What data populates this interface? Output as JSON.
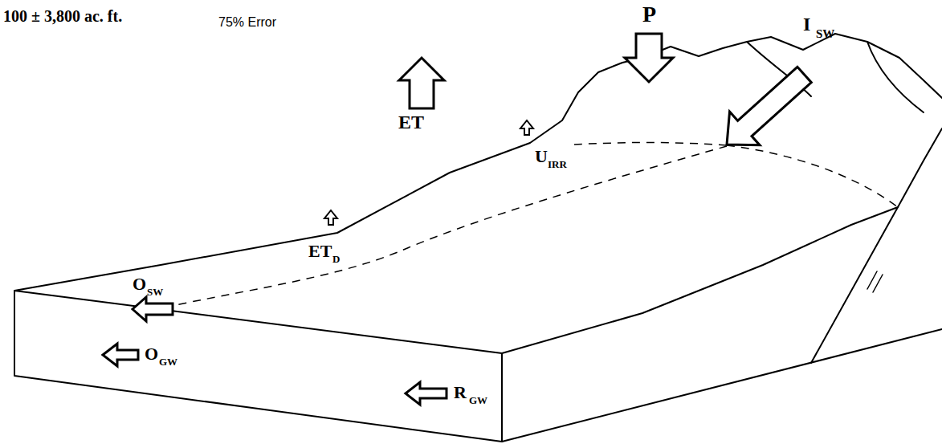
{
  "diagram": {
    "labels": [
      "100 ± 3,800 ac. ft.",
      "75% Error",
      "P",
      "I",
      "SW",
      "ET",
      "U",
      "IRR",
      "ET",
      "D",
      "O",
      "SW",
      "O",
      "GW",
      "R",
      "GW"
    ]
  }
}
